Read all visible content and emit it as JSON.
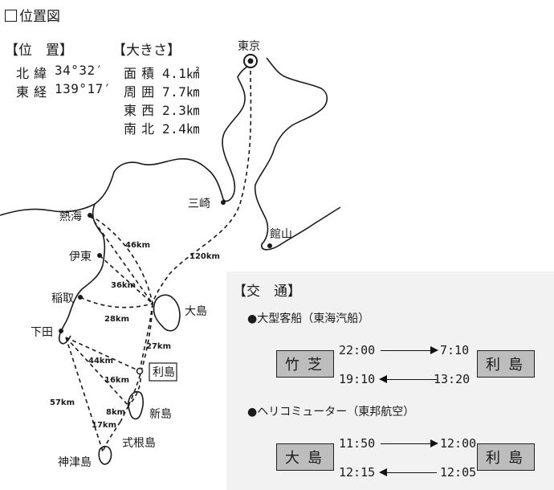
{
  "title": "位置図",
  "location": {
    "header": "【位　置】",
    "lat_label": "北 緯",
    "lat_value": "34°32′",
    "lon_label": "東 経",
    "lon_value": "139°17′"
  },
  "size": {
    "header": "【大きさ】",
    "area_label": "面 積",
    "area_value": "4.1㎢",
    "perimeter_label": "周 囲",
    "perimeter_value": "7.7㎞",
    "ew_label": "東 西",
    "ew_value": "2.3㎞",
    "ns_label": "南 北",
    "ns_value": "2.4㎞"
  },
  "places": {
    "tokyo": "東京",
    "misaki": "三崎",
    "tateyama": "館山",
    "atami": "熱海",
    "ito": "伊東",
    "inatori": "稲取",
    "shimoda": "下田",
    "oshima": "大島",
    "toshima": "利島",
    "niijima": "新島",
    "shikinejima": "式根島",
    "kozushima": "神津島"
  },
  "distances": {
    "tokyo_oshima": "120km",
    "atami_oshima": "46km",
    "ito_oshima": "36km",
    "inatori_oshima": "28km",
    "oshima_toshima": "27km",
    "shimoda_toshima": "44km",
    "toshima_niijima": "16km",
    "niijima_shikine": "8km",
    "shimoda_kozu": "57km",
    "shikine_kozu": "17km"
  },
  "transport": {
    "header": "【交　通】",
    "ship": {
      "service": "●大型客船（東海汽船）",
      "from": "竹芝",
      "to": "利島",
      "depart_out": "22:00",
      "arrive_out": "7:10",
      "arrive_back": "19:10",
      "depart_back": "13:20"
    },
    "heli": {
      "service": "●ヘリコミューター（東邦航空）",
      "from": "大島",
      "to": "利島",
      "depart_out": "11:50",
      "arrive_out": "12:00",
      "arrive_back": "12:15",
      "depart_back": "12:05"
    }
  }
}
